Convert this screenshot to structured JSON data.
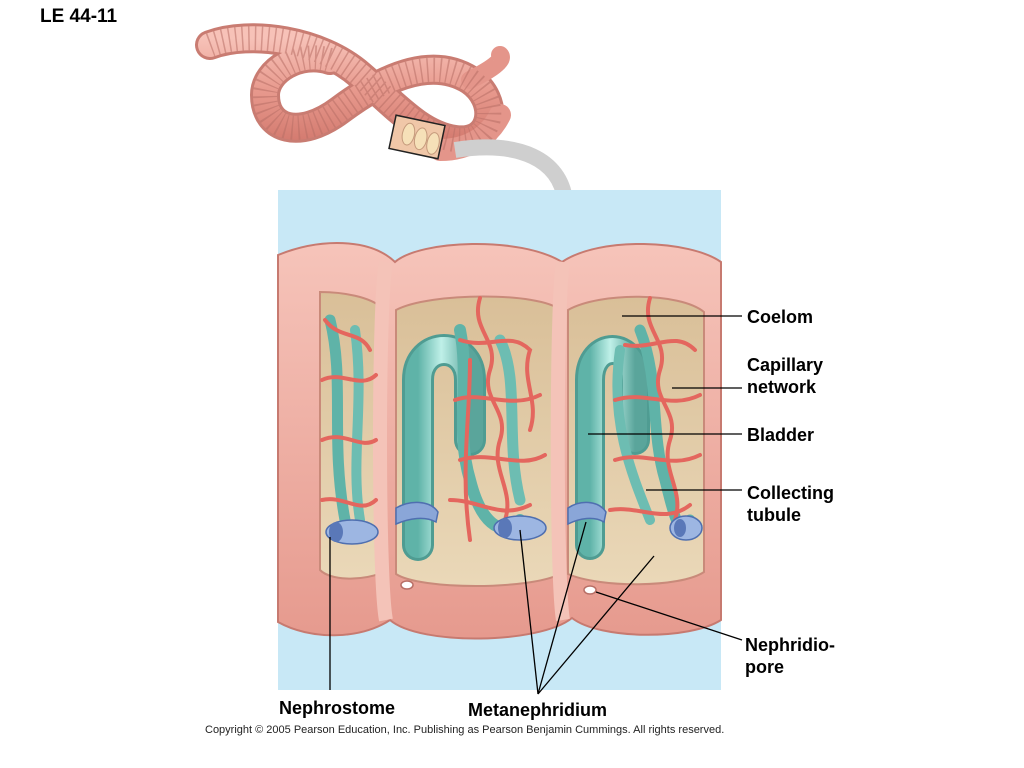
{
  "figure_id": "LE 44-11",
  "labels": {
    "coelom": "Coelom",
    "capillary_line1": "Capillary",
    "capillary_line2": "network",
    "bladder": "Bladder",
    "collecting_line1": "Collecting",
    "collecting_line2": "tubule",
    "nephridiopore_line1": "Nephridio-",
    "nephridiopore_line2": "pore",
    "nephrostome": "Nephrostome",
    "metanephridium": "Metanephridium"
  },
  "copyright": "Copyright © 2005 Pearson Education, Inc. Publishing as Pearson Benjamin Cummings. All rights reserved.",
  "colors": {
    "panel_bg": "#c8e8f6",
    "body_wall": "#f2b8ad",
    "coelom": "#e0c8a3",
    "tubule": "#8fd0c6",
    "capillary": "#e86a62",
    "nephrostome": "#8aa6d8",
    "arrow": "#cccccc"
  }
}
